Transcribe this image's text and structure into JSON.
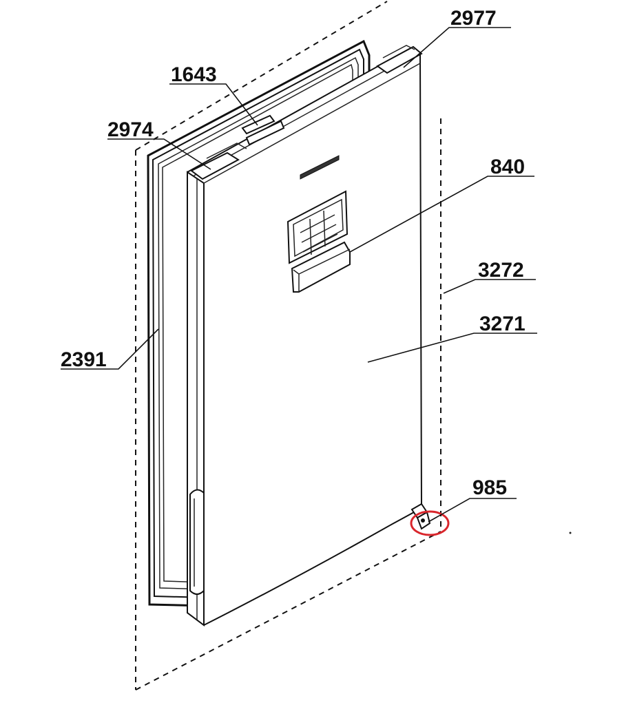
{
  "callouts": [
    {
      "id": "2977",
      "text": "2977"
    },
    {
      "id": "1643",
      "text": "1643"
    },
    {
      "id": "2974",
      "text": "2974"
    },
    {
      "id": "840",
      "text": "840"
    },
    {
      "id": "3272",
      "text": "3272"
    },
    {
      "id": "3271",
      "text": "3271"
    },
    {
      "id": "2391",
      "text": "2391"
    },
    {
      "id": "985",
      "text": "985"
    }
  ],
  "highlight": {
    "part": "985",
    "color": "#d9262c"
  }
}
